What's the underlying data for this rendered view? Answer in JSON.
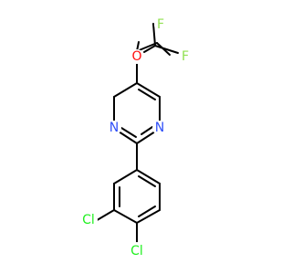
{
  "molecule": {
    "atoms": {
      "o": {
        "label": "O",
        "color": "#ff0d0d"
      },
      "f1": {
        "label": "F",
        "color": "#90e050"
      },
      "f2": {
        "label": "F",
        "color": "#90e050"
      },
      "n1": {
        "label": "N",
        "color": "#3050f8"
      },
      "n3": {
        "label": "N",
        "color": "#3050f8"
      },
      "cl1": {
        "label": "Cl",
        "color": "#1ff01f"
      },
      "cl2": {
        "label": "Cl",
        "color": "#1ff01f"
      }
    }
  }
}
